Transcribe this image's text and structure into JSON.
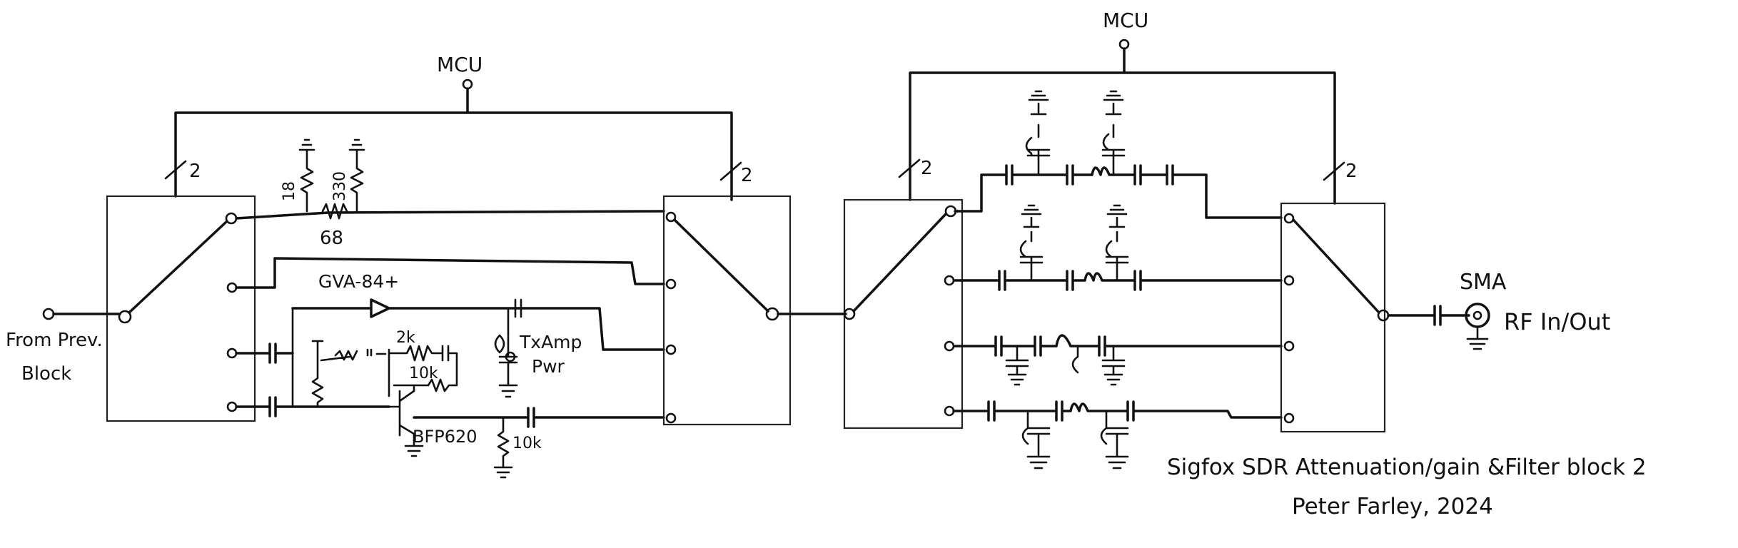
{
  "labels": {
    "mcu_left": "MCU",
    "mcu_right": "MCU",
    "bus_width": "2",
    "from_prev": "From Prev.",
    "block": "Block",
    "r_18": "18",
    "r_330": "330",
    "r_68": "68",
    "gva": "GVA-84+",
    "txamp": "TxAmp",
    "pwr": "Pwr",
    "r_2k": "2k",
    "r_10k_a": "10k",
    "r_10k_b": "10k",
    "bfp": "BFP620",
    "sma": "SMA",
    "rf_inout": "RF In/Out",
    "title_line1": "Sigfox SDR Attenuation/gain &Filter block 2",
    "title_line2": "Peter Farley, 2024"
  }
}
